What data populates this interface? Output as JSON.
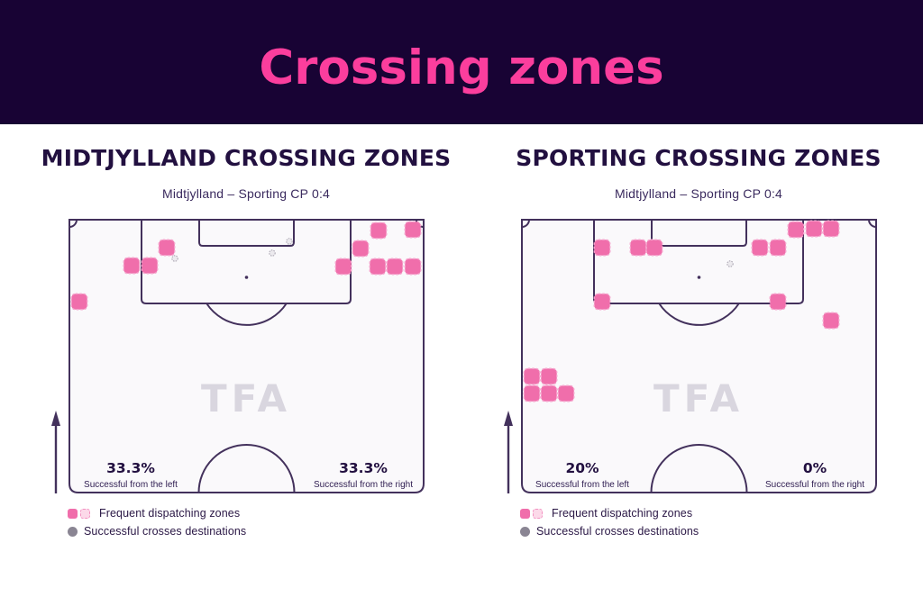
{
  "banner": {
    "title": "Crossing zones"
  },
  "watermark": "TFA",
  "legend": {
    "frequent": "Frequent dispatching zones",
    "successful": "Successful crosses destinations"
  },
  "colors": {
    "banner_bg": "#180334",
    "title_pink": "#FB3E9D",
    "ink": "#221040",
    "pitch_line": "#43315C",
    "pitch_bg": "#FAF9FB",
    "zone_pink": "#F06EAB",
    "zone_border": "#F5A3CC",
    "dest_fill": "#ECEAEE",
    "dest_border": "#A5A1AD",
    "legend_gray": "#8A8593",
    "watermark_gray": "#D9D6DF"
  },
  "chart_data": [
    {
      "type": "pitch-zone-map",
      "title": "MIDTJYLLAND CROSSING ZONES",
      "subtitle": "Midtjylland – Sporting CP 0:4",
      "left_pct": "33.3%",
      "left_pct_label": "Successful from the left",
      "right_pct": "33.3%",
      "right_pct_label": "Successful from the right",
      "dispatch_zones": [
        [
          109,
          32
        ],
        [
          70,
          52
        ],
        [
          90,
          52
        ],
        [
          12,
          92
        ],
        [
          344,
          13
        ],
        [
          382,
          12
        ],
        [
          324,
          33
        ],
        [
          305,
          53
        ],
        [
          343,
          53
        ],
        [
          362,
          53
        ],
        [
          382,
          53
        ]
      ],
      "cross_destinations": [
        [
          118,
          44
        ],
        [
          226,
          38
        ],
        [
          245,
          25
        ]
      ]
    },
    {
      "type": "pitch-zone-map",
      "title": "SPORTING CROSSING ZONES",
      "subtitle": "Midtjylland – Sporting CP 0:4",
      "left_pct": "20%",
      "left_pct_label": "Successful from the left",
      "right_pct": "0%",
      "right_pct_label": "Successful from the right",
      "dispatch_zones": [
        [
          305,
          12
        ],
        [
          325,
          11
        ],
        [
          344,
          11
        ],
        [
          90,
          32
        ],
        [
          130,
          32
        ],
        [
          148,
          32
        ],
        [
          265,
          32
        ],
        [
          285,
          32
        ],
        [
          90,
          92
        ],
        [
          285,
          92
        ],
        [
          344,
          113
        ],
        [
          12,
          175
        ],
        [
          31,
          175
        ],
        [
          12,
          194
        ],
        [
          31,
          194
        ],
        [
          50,
          194
        ]
      ],
      "cross_destinations": [
        [
          232,
          50
        ]
      ]
    }
  ]
}
